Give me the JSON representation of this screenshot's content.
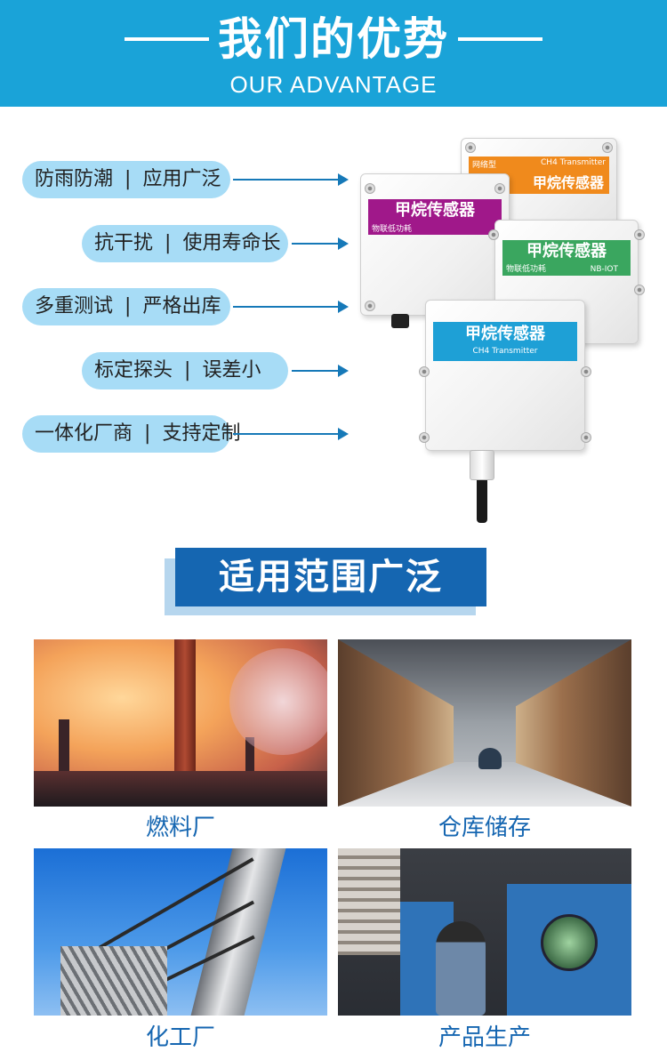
{
  "header": {
    "title": "我们的优势",
    "subtitle": "OUR ADVANTAGE"
  },
  "features": [
    {
      "left": "防雨防潮",
      "right": "应用广泛"
    },
    {
      "left": "抗干扰",
      "right": "使用寿命长"
    },
    {
      "left": "多重测试",
      "right": "严格出库"
    },
    {
      "left": "标定探头",
      "right": "误差小"
    },
    {
      "left": "一体化厂商",
      "right": "支持定制"
    }
  ],
  "feature_separator": "|",
  "products": {
    "orange": {
      "tag": "网络型",
      "sub": "CH4 Transmitter",
      "title": "甲烷传感器",
      "color": "#f08a1c"
    },
    "purple": {
      "title": "甲烷传感器",
      "sub": "物联低功耗",
      "color": "#a0188a"
    },
    "green": {
      "title": "甲烷传感器",
      "sub": "物联低功耗",
      "tag": "NB-IOT",
      "color": "#3aa65f"
    },
    "blue": {
      "title": "甲烷传感器",
      "sub": "CH4 Transmitter",
      "color": "#1ea0d6"
    }
  },
  "section": {
    "title": "适用范围广泛"
  },
  "applications": [
    {
      "label": "燃料厂"
    },
    {
      "label": "仓库储存"
    },
    {
      "label": "化工厂"
    },
    {
      "label": "产品生产"
    }
  ]
}
